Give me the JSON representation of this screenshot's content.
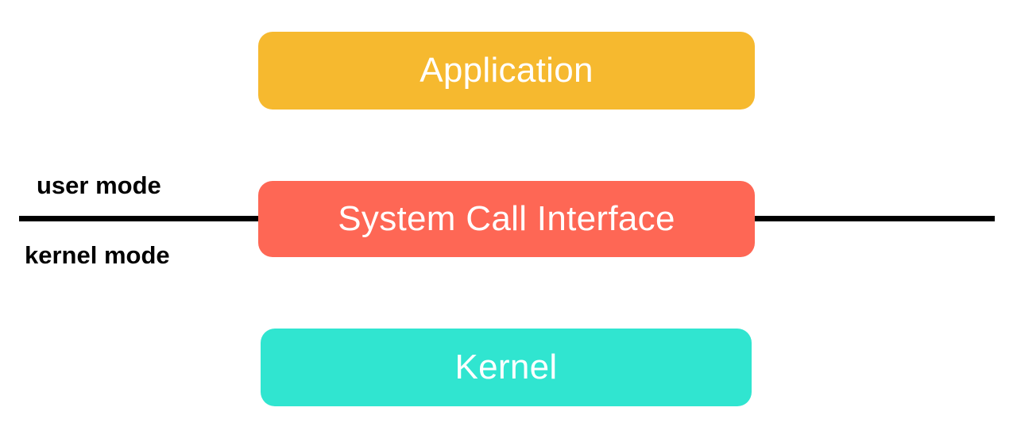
{
  "diagram": {
    "layers": [
      {
        "id": "application",
        "label": "Application",
        "color": "#F6B92F"
      },
      {
        "id": "syscall",
        "label": "System Call Interface",
        "color": "#FE6755"
      },
      {
        "id": "kernel",
        "label": "Kernel",
        "color": "#30E5D0"
      }
    ],
    "boundary": {
      "upper_label": "user mode",
      "lower_label": "kernel mode",
      "line_color": "#000000"
    }
  }
}
